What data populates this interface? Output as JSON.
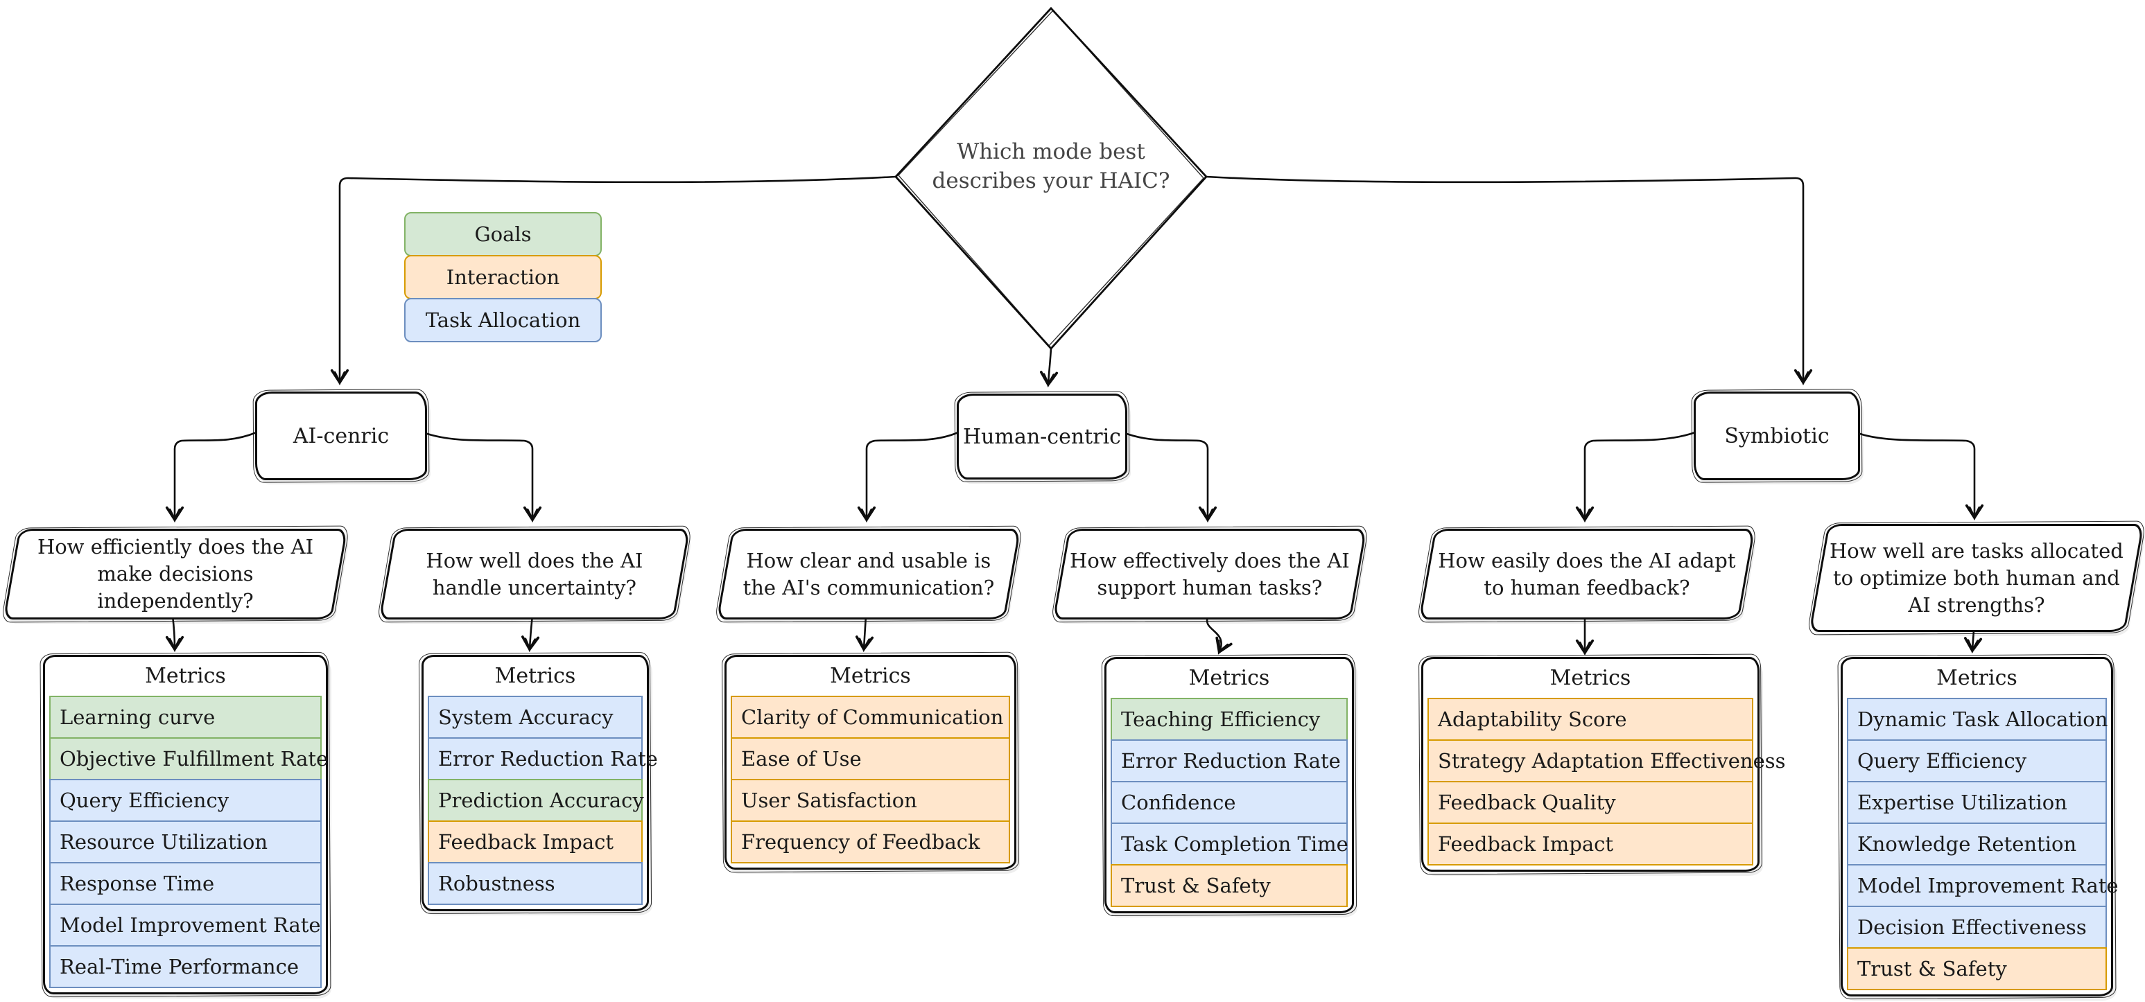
{
  "root": {
    "question": "Which mode best\ndescribes your HAIC?"
  },
  "legend": {
    "items": [
      {
        "label": "Goals",
        "cat": "green"
      },
      {
        "label": "Interaction",
        "cat": "orange"
      },
      {
        "label": "Task Allocation",
        "cat": "blue"
      }
    ]
  },
  "branches": [
    {
      "label": "AI-cenric",
      "questions": [
        {
          "text": "How efficiently does the AI make decisions independently?",
          "metrics": {
            "header": "Metrics",
            "rows": [
              {
                "label": "Learning curve",
                "cat": "green"
              },
              {
                "label": "Objective Fulfillment Rate",
                "cat": "green"
              },
              {
                "label": "Query Efficiency",
                "cat": "blue"
              },
              {
                "label": "Resource Utilization",
                "cat": "blue"
              },
              {
                "label": "Response Time",
                "cat": "blue"
              },
              {
                "label": "Model Improvement Rate",
                "cat": "blue"
              },
              {
                "label": "Real-Time Performance",
                "cat": "blue"
              }
            ]
          }
        },
        {
          "text": "How well does the AI handle uncertainty?",
          "metrics": {
            "header": "Metrics",
            "rows": [
              {
                "label": "System Accuracy",
                "cat": "blue"
              },
              {
                "label": "Error Reduction Rate",
                "cat": "blue"
              },
              {
                "label": "Prediction Accuracy",
                "cat": "green"
              },
              {
                "label": "Feedback Impact",
                "cat": "orange"
              },
              {
                "label": "Robustness",
                "cat": "blue"
              }
            ]
          }
        }
      ]
    },
    {
      "label": "Human-centric",
      "questions": [
        {
          "text": "How clear and usable is the AI's communication?",
          "metrics": {
            "header": "Metrics",
            "rows": [
              {
                "label": "Clarity of Communication",
                "cat": "orange"
              },
              {
                "label": "Ease of Use",
                "cat": "orange"
              },
              {
                "label": "User Satisfaction",
                "cat": "orange"
              },
              {
                "label": "Frequency of Feedback",
                "cat": "orange"
              }
            ]
          }
        },
        {
          "text": "How effectively does the AI support human tasks?",
          "metrics": {
            "header": "Metrics",
            "rows": [
              {
                "label": "Teaching Efficiency",
                "cat": "green"
              },
              {
                "label": "Error Reduction Rate",
                "cat": "blue"
              },
              {
                "label": "Confidence",
                "cat": "blue"
              },
              {
                "label": "Task Completion Time",
                "cat": "blue"
              },
              {
                "label": "Trust & Safety",
                "cat": "orange"
              }
            ]
          }
        }
      ]
    },
    {
      "label": "Symbiotic",
      "questions": [
        {
          "text": "How easily does the AI adapt to human feedback?",
          "metrics": {
            "header": "Metrics",
            "rows": [
              {
                "label": "Adaptability Score",
                "cat": "orange"
              },
              {
                "label": "Strategy Adaptation Effectiveness",
                "cat": "orange"
              },
              {
                "label": "Feedback Quality",
                "cat": "orange"
              },
              {
                "label": "Feedback Impact",
                "cat": "orange"
              }
            ]
          }
        },
        {
          "text": "How well are tasks allocated to optimize both human and AI strengths?",
          "metrics": {
            "header": "Metrics",
            "rows": [
              {
                "label": "Dynamic Task Allocation",
                "cat": "blue"
              },
              {
                "label": "Query Efficiency",
                "cat": "blue"
              },
              {
                "label": "Expertise Utilization",
                "cat": "blue"
              },
              {
                "label": "Knowledge Retention",
                "cat": "blue"
              },
              {
                "label": "Model Improvement Rate",
                "cat": "blue"
              },
              {
                "label": "Decision Effectiveness",
                "cat": "blue"
              },
              {
                "label": "Trust & Safety",
                "cat": "orange"
              }
            ]
          }
        }
      ]
    }
  ],
  "colors": {
    "green_fill": "#d5e8d4",
    "green_border": "#82b366",
    "orange_fill": "#ffe6cc",
    "orange_border": "#d79b00",
    "blue_fill": "#dae8fc",
    "blue_border": "#6c8ebf",
    "line": "#0d0d0d"
  }
}
